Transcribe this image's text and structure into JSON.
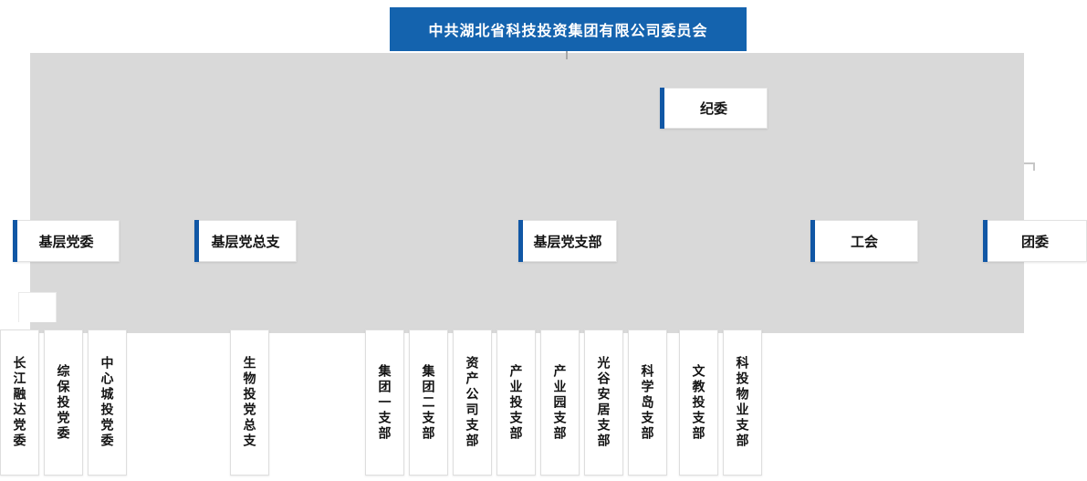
{
  "title": "中共湖北省科技投资集团有限公司委员会",
  "colors": {
    "primary_blue": "#1463ae",
    "accent_blue": "#1157a5",
    "panel_gray": "#d9d9d9"
  },
  "discipline_committee": {
    "label": "纪委"
  },
  "categories": [
    {
      "label": "基层党委"
    },
    {
      "label": "基层党总支"
    },
    {
      "label": "基层党支部"
    },
    {
      "label": "工会"
    },
    {
      "label": "团委"
    }
  ],
  "branches": [
    {
      "label": "长江融达党委"
    },
    {
      "label": "综保投党委"
    },
    {
      "label": "中心城投党委"
    },
    {
      "label": "生物投党总支"
    },
    {
      "label": "集团一支部"
    },
    {
      "label": "集团二支部"
    },
    {
      "label": "资产公司支部"
    },
    {
      "label": "产业投支部"
    },
    {
      "label": "产业园支部"
    },
    {
      "label": "光谷安居支部"
    },
    {
      "label": "科学岛支部"
    },
    {
      "label": "文教投支部"
    },
    {
      "label": "科投物业支部"
    }
  ]
}
